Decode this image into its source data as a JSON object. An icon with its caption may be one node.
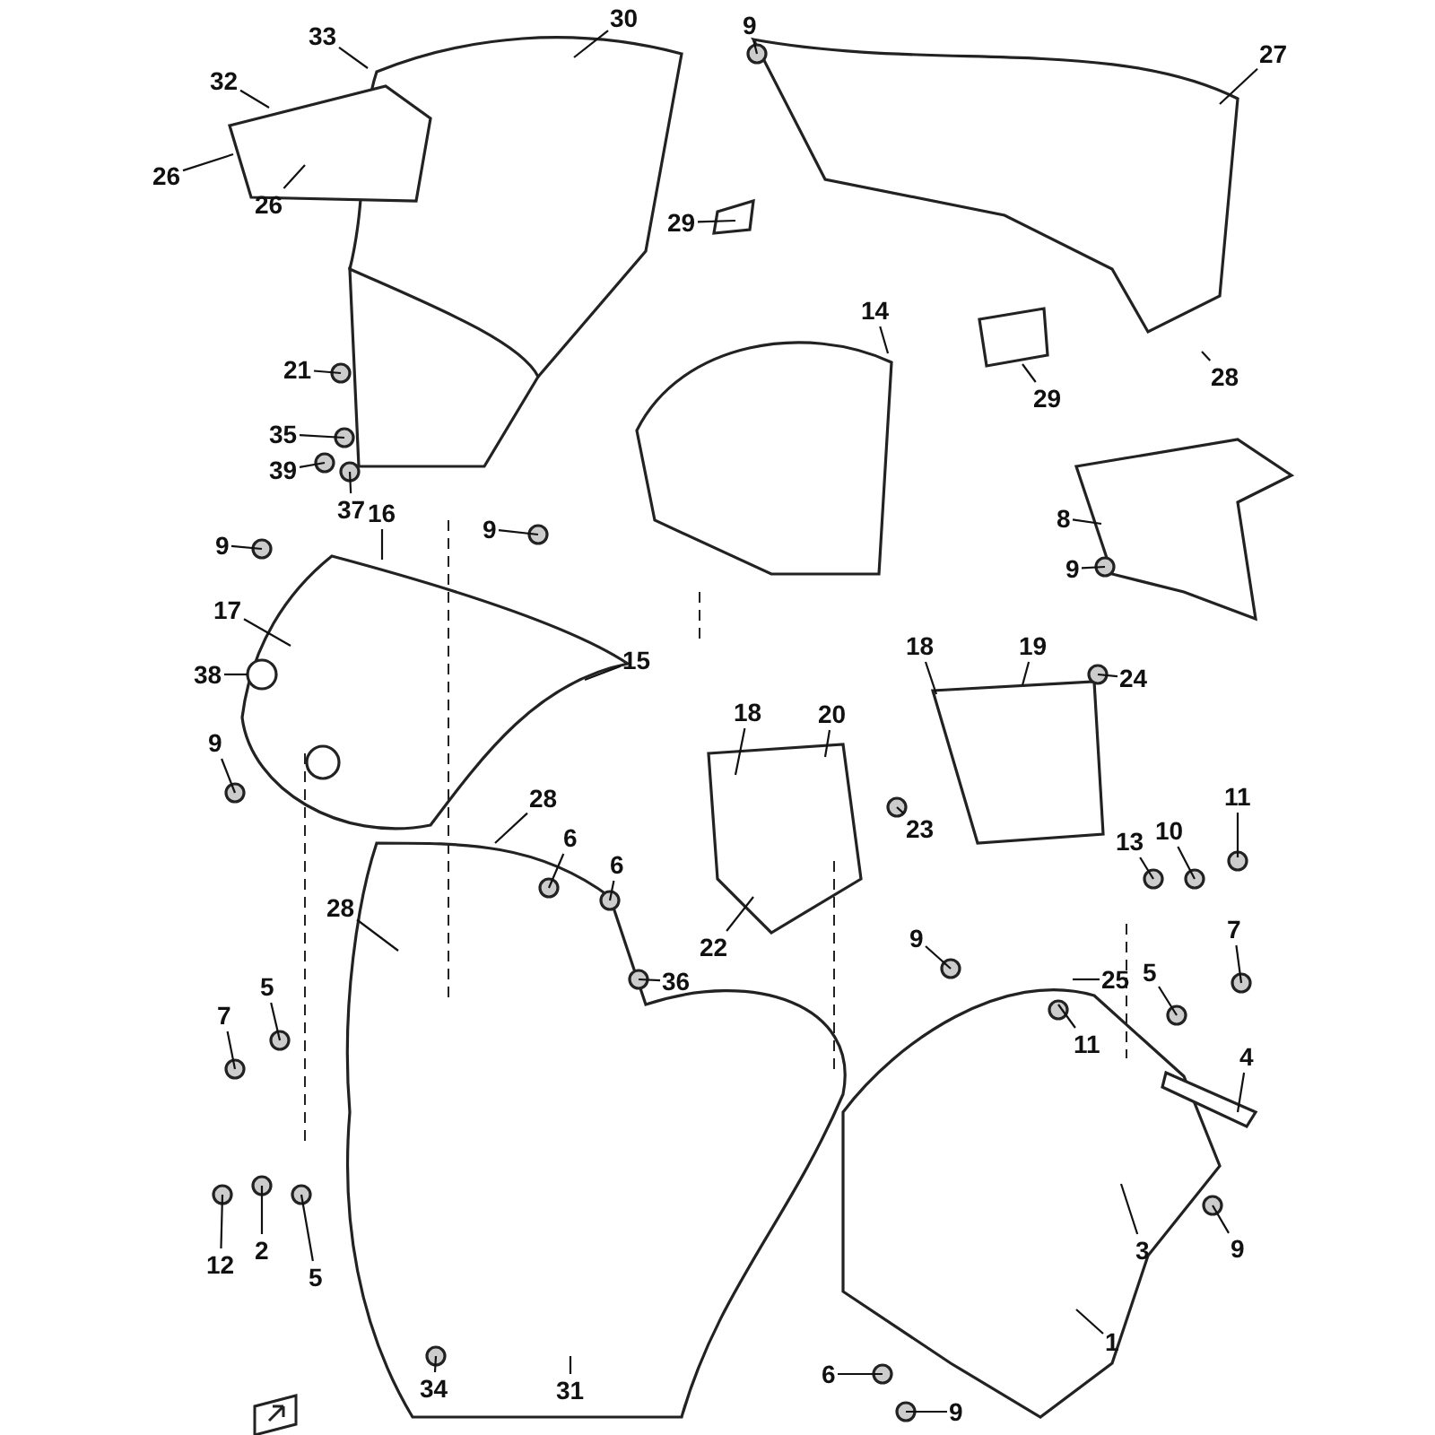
{
  "diagram": {
    "nodes": [
      {
        "text": [
          "33"
        ]
      },
      {
        "text": [
          "30"
        ]
      },
      {
        "text": [
          "9"
        ]
      },
      {
        "text": [
          "27"
        ]
      },
      {
        "text": [
          "32"
        ]
      },
      {
        "text": [
          "26"
        ]
      },
      {
        "text": [
          "26"
        ]
      },
      {
        "text": [
          "29"
        ]
      },
      {
        "text": [
          "14"
        ]
      },
      {
        "text": [
          "29"
        ]
      },
      {
        "text": [
          "28"
        ]
      },
      {
        "text": [
          "21"
        ]
      },
      {
        "text": [
          "35"
        ]
      },
      {
        "text": [
          "39"
        ]
      },
      {
        "text": [
          "37"
        ]
      },
      {
        "text": [
          "8"
        ]
      },
      {
        "text": [
          "9"
        ]
      },
      {
        "text": [
          "16"
        ]
      },
      {
        "text": [
          "9"
        ]
      },
      {
        "text": [
          "9"
        ]
      },
      {
        "text": [
          "17"
        ]
      },
      {
        "text": [
          "38"
        ]
      },
      {
        "text": [
          "15"
        ]
      },
      {
        "text": [
          "18"
        ]
      },
      {
        "text": [
          "19"
        ]
      },
      {
        "text": [
          "24"
        ]
      },
      {
        "text": [
          "9"
        ]
      },
      {
        "text": [
          "18"
        ]
      },
      {
        "text": [
          "20"
        ]
      },
      {
        "text": [
          "28"
        ]
      },
      {
        "text": [
          "6"
        ]
      },
      {
        "text": [
          "6"
        ]
      },
      {
        "text": [
          "23"
        ]
      },
      {
        "text": [
          "11"
        ]
      },
      {
        "text": [
          "13"
        ]
      },
      {
        "text": [
          "10"
        ]
      },
      {
        "text": [
          "28"
        ]
      },
      {
        "text": [
          "22"
        ]
      },
      {
        "text": [
          "9"
        ]
      },
      {
        "text": [
          "5"
        ]
      },
      {
        "text": [
          "36"
        ]
      },
      {
        "text": [
          "7"
        ]
      },
      {
        "text": [
          "25"
        ]
      },
      {
        "text": [
          "5"
        ]
      },
      {
        "text": [
          "7"
        ]
      },
      {
        "text": [
          "11"
        ]
      },
      {
        "text": [
          "4"
        ]
      },
      {
        "text": [
          "12"
        ]
      },
      {
        "text": [
          "2"
        ]
      },
      {
        "text": [
          "5"
        ]
      },
      {
        "text": [
          "3"
        ]
      },
      {
        "text": [
          "9"
        ]
      },
      {
        "text": [
          "1"
        ]
      },
      {
        "text": [
          "6"
        ]
      },
      {
        "text": [
          "34"
        ]
      },
      {
        "text": [
          "31"
        ]
      },
      {
        "text": [
          "9"
        ]
      }
    ],
    "edges": [
      {
        "from": 0,
        "to": null,
        "arrow": "none"
      },
      {
        "from": 1,
        "to": null,
        "arrow": "none"
      },
      {
        "from": 2,
        "to": null,
        "arrow": "none"
      },
      {
        "from": 3,
        "to": null,
        "arrow": "none"
      },
      {
        "from": 4,
        "to": null,
        "arrow": "none"
      },
      {
        "from": 5,
        "to": null,
        "arrow": "none"
      },
      {
        "from": 6,
        "to": null,
        "arrow": "none"
      },
      {
        "from": 7,
        "to": null,
        "arrow": "none"
      },
      {
        "from": 8,
        "to": null,
        "arrow": "none"
      },
      {
        "from": 9,
        "to": null,
        "arrow": "none"
      },
      {
        "from": 10,
        "to": null,
        "arrow": "none"
      },
      {
        "from": 11,
        "to": null,
        "arrow": "none"
      },
      {
        "from": 12,
        "to": null,
        "arrow": "none"
      },
      {
        "from": 13,
        "to": null,
        "arrow": "none"
      },
      {
        "from": 14,
        "to": null,
        "arrow": "none"
      },
      {
        "from": 15,
        "to": null,
        "arrow": "none"
      },
      {
        "from": 16,
        "to": null,
        "arrow": "none"
      },
      {
        "from": 17,
        "to": null,
        "arrow": "none"
      },
      {
        "from": 18,
        "to": null,
        "arrow": "none"
      },
      {
        "from": 19,
        "to": null,
        "arrow": "none"
      },
      {
        "from": 20,
        "to": null,
        "arrow": "none"
      },
      {
        "from": 21,
        "to": null,
        "arrow": "none"
      },
      {
        "from": 22,
        "to": null,
        "arrow": "none"
      },
      {
        "from": 23,
        "to": null,
        "arrow": "none"
      },
      {
        "from": 24,
        "to": null,
        "arrow": "none"
      },
      {
        "from": 25,
        "to": null,
        "arrow": "none"
      },
      {
        "from": 26,
        "to": null,
        "arrow": "none"
      },
      {
        "from": 27,
        "to": null,
        "arrow": "none"
      },
      {
        "from": 28,
        "to": null,
        "arrow": "none"
      },
      {
        "from": 29,
        "to": null,
        "arrow": "none"
      },
      {
        "from": 30,
        "to": null,
        "arrow": "none"
      },
      {
        "from": 31,
        "to": null,
        "arrow": "none"
      },
      {
        "from": 32,
        "to": null,
        "arrow": "none"
      },
      {
        "from": 33,
        "to": null,
        "arrow": "none"
      },
      {
        "from": 34,
        "to": null,
        "arrow": "none"
      },
      {
        "from": 35,
        "to": null,
        "arrow": "none"
      },
      {
        "from": 36,
        "to": null,
        "arrow": "none"
      },
      {
        "from": 37,
        "to": null,
        "arrow": "none"
      },
      {
        "from": 38,
        "to": null,
        "arrow": "none"
      },
      {
        "from": 39,
        "to": null,
        "arrow": "none"
      },
      {
        "from": 40,
        "to": null,
        "arrow": "none"
      },
      {
        "from": 41,
        "to": null,
        "arrow": "none"
      },
      {
        "from": 42,
        "to": null,
        "arrow": "none"
      },
      {
        "from": 43,
        "to": null,
        "arrow": "none"
      },
      {
        "from": 44,
        "to": null,
        "arrow": "none"
      },
      {
        "from": 45,
        "to": null,
        "arrow": "none"
      },
      {
        "from": 46,
        "to": null,
        "arrow": "none"
      },
      {
        "from": 47,
        "to": null,
        "arrow": "none"
      },
      {
        "from": 48,
        "to": null,
        "arrow": "none"
      },
      {
        "from": 49,
        "to": null,
        "arrow": "none"
      },
      {
        "from": 50,
        "to": null,
        "arrow": "none"
      },
      {
        "from": 51,
        "to": null,
        "arrow": "none"
      },
      {
        "from": 52,
        "to": null,
        "arrow": "none"
      },
      {
        "from": 53,
        "to": null,
        "arrow": "none"
      },
      {
        "from": 54,
        "to": null,
        "arrow": "none"
      },
      {
        "from": 55,
        "to": null,
        "arrow": "none"
      },
      {
        "from": 56,
        "to": null,
        "arrow": "none"
      }
    ]
  }
}
